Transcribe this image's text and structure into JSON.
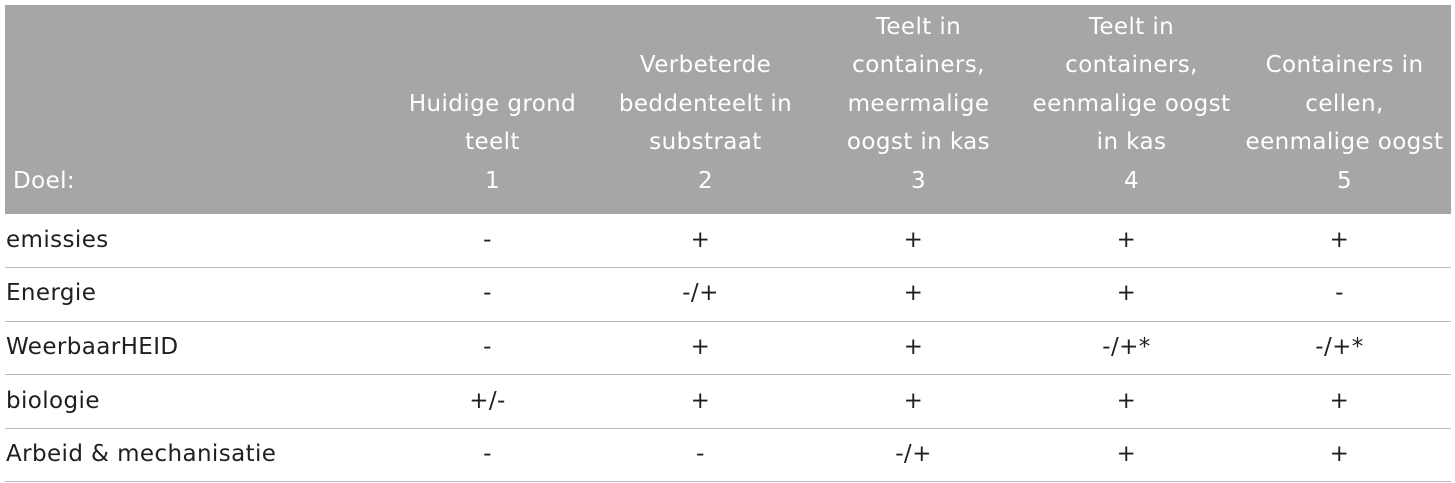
{
  "table": {
    "header_label": "Doel:",
    "columns": [
      {
        "title": "Huidige grond teelt",
        "number": "1"
      },
      {
        "title": "Verbeterde beddenteelt in substraat",
        "number": "2"
      },
      {
        "title": "Teelt in containers, meermalige oogst in kas",
        "number": "3"
      },
      {
        "title": "Teelt in containers, eenmalige oogst in kas",
        "number": "4"
      },
      {
        "title": "Containers in cellen, eenmalige oogst",
        "number": "5"
      }
    ],
    "rows": [
      {
        "label": "emissies",
        "values": [
          "-",
          "+",
          "+",
          "+",
          "+"
        ]
      },
      {
        "label": "Energie",
        "values": [
          "-",
          "-/+",
          "+",
          "+",
          "-"
        ]
      },
      {
        "label": "WeerbaarHEID",
        "values": [
          "-",
          "+",
          "+",
          "-/+*",
          "-/+*"
        ]
      },
      {
        "label": "biologie",
        "values": [
          "+/-",
          "+",
          "+",
          "+",
          "+"
        ]
      },
      {
        "label": "Arbeid & mechanisatie",
        "values": [
          "-",
          "-",
          "-/+",
          "+",
          "+"
        ]
      }
    ]
  },
  "colors": {
    "header_background": "#a5a7a6",
    "header_text": "#ffffff",
    "row_divider": "#b9b9b9"
  }
}
